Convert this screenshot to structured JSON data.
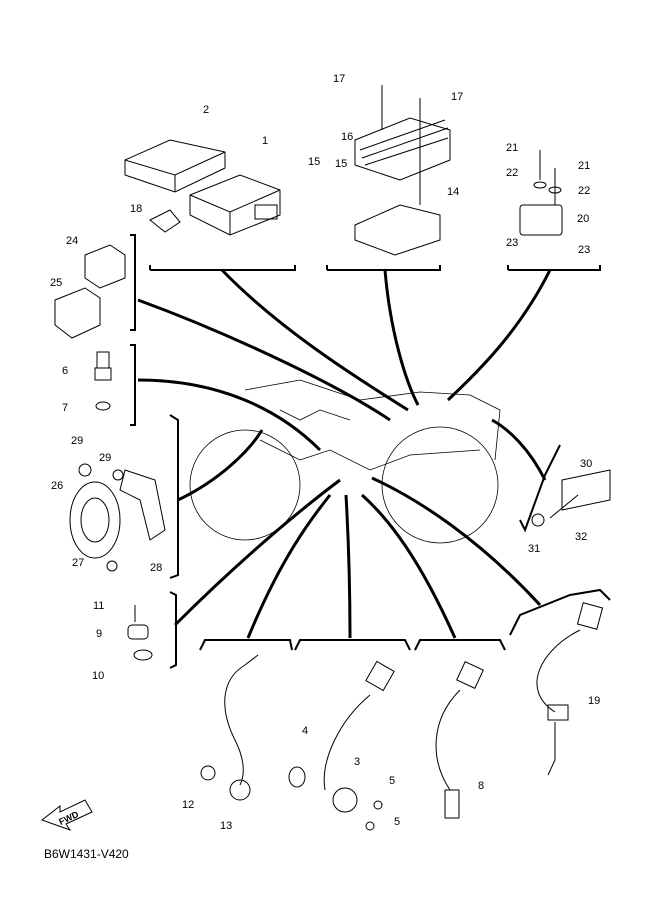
{
  "diagram": {
    "code": "B6W1431-V420",
    "fwd": "FWD",
    "parts": [
      "1",
      "2",
      "3",
      "4",
      "5",
      "5",
      "6",
      "7",
      "8",
      "9",
      "10",
      "11",
      "12",
      "13",
      "14",
      "15",
      "15",
      "16",
      "17",
      "17",
      "18",
      "19",
      "20",
      "21",
      "21",
      "22",
      "22",
      "23",
      "23",
      "24",
      "25",
      "26",
      "27",
      "28",
      "29",
      "29",
      "30",
      "31",
      "32"
    ]
  }
}
